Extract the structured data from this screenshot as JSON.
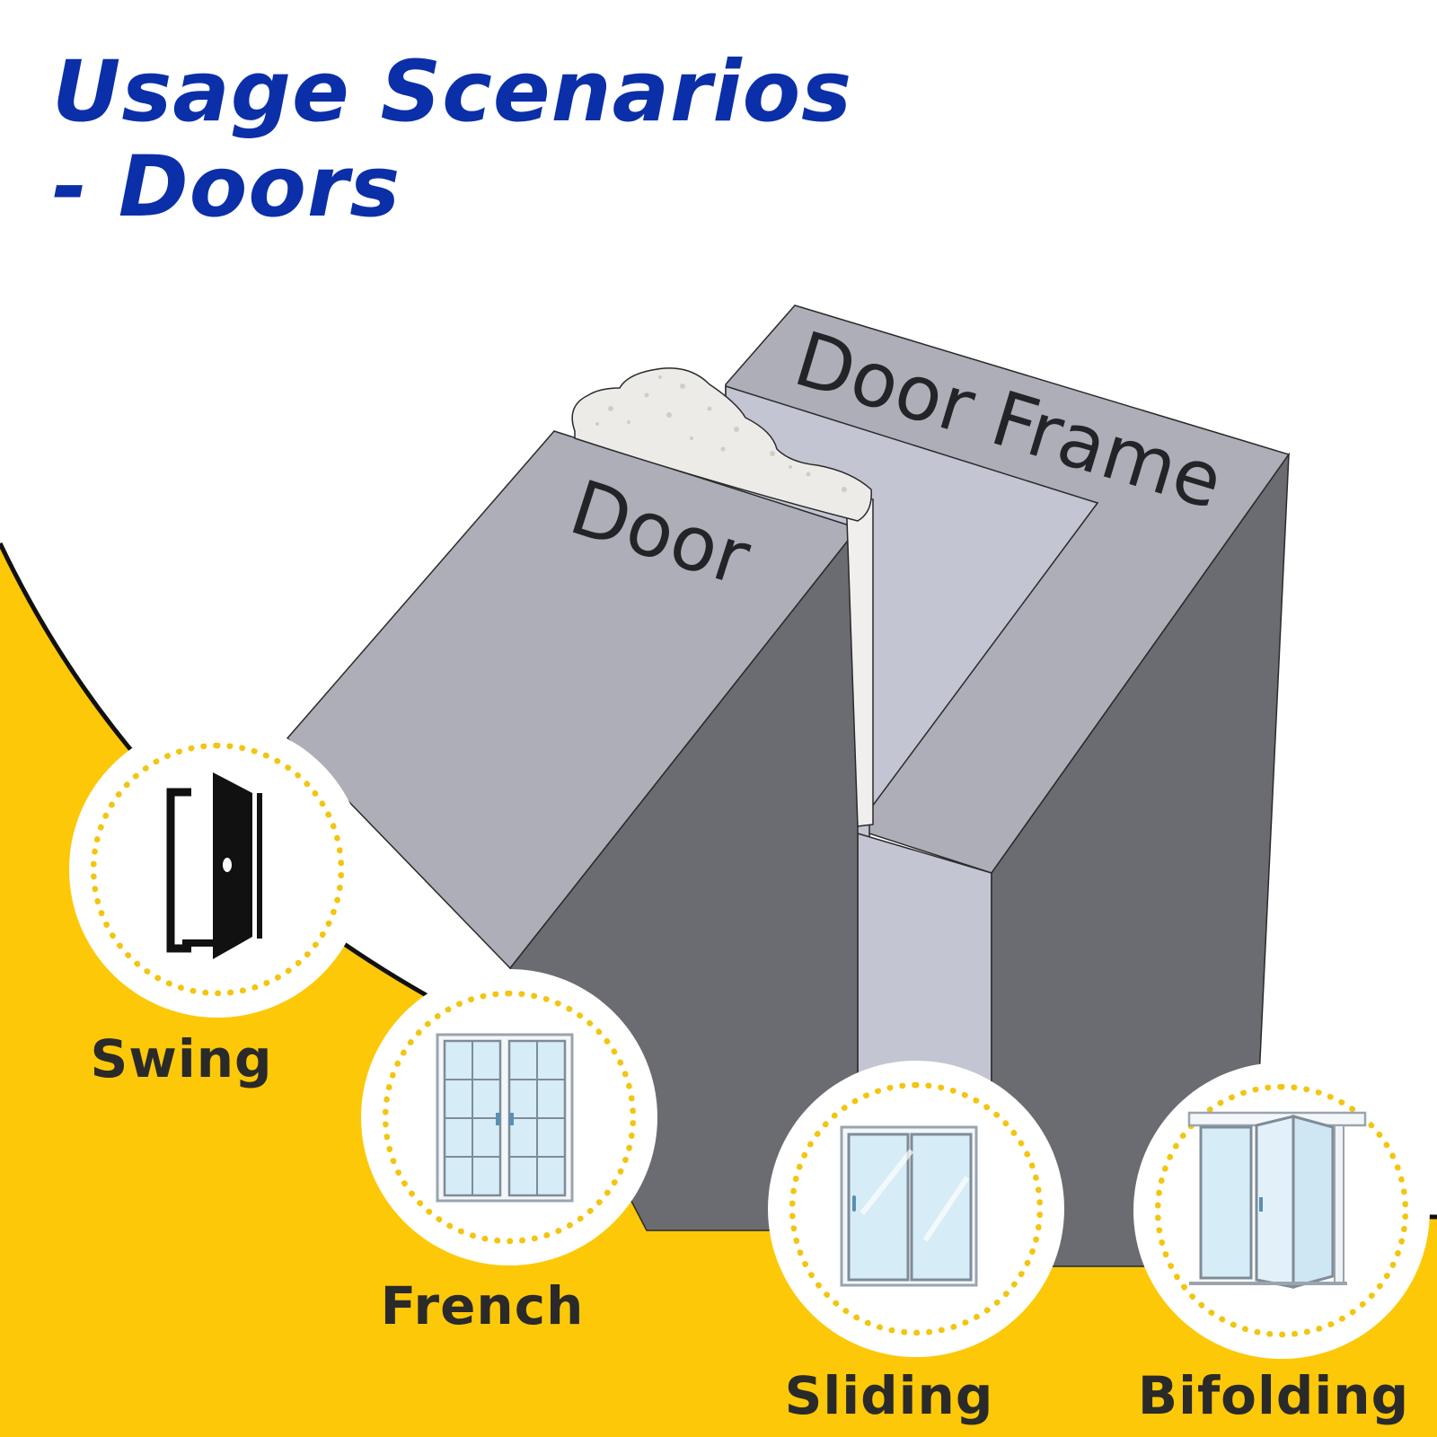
{
  "title": {
    "line1": "Usage Scenarios",
    "line2": "- Doors"
  },
  "diagram": {
    "door_label": "Door",
    "frame_label": "Door Frame"
  },
  "colors": {
    "title_blue": "#0a2fa8",
    "accent_yellow": "#fcc808",
    "dot_yellow": "#f2c510",
    "door_top": "#adaeb7",
    "door_side": "#6b6c72",
    "frame_inner": "#c4c5d3",
    "seal_foam": "#ecebe7",
    "label_text": "#222428"
  },
  "scenarios": [
    {
      "label": "Swing",
      "icon": "swing-door-icon"
    },
    {
      "label": "French",
      "icon": "french-door-icon"
    },
    {
      "label": "Sliding",
      "icon": "sliding-door-icon"
    },
    {
      "label": "Bifolding",
      "icon": "bifolding-door-icon"
    }
  ]
}
